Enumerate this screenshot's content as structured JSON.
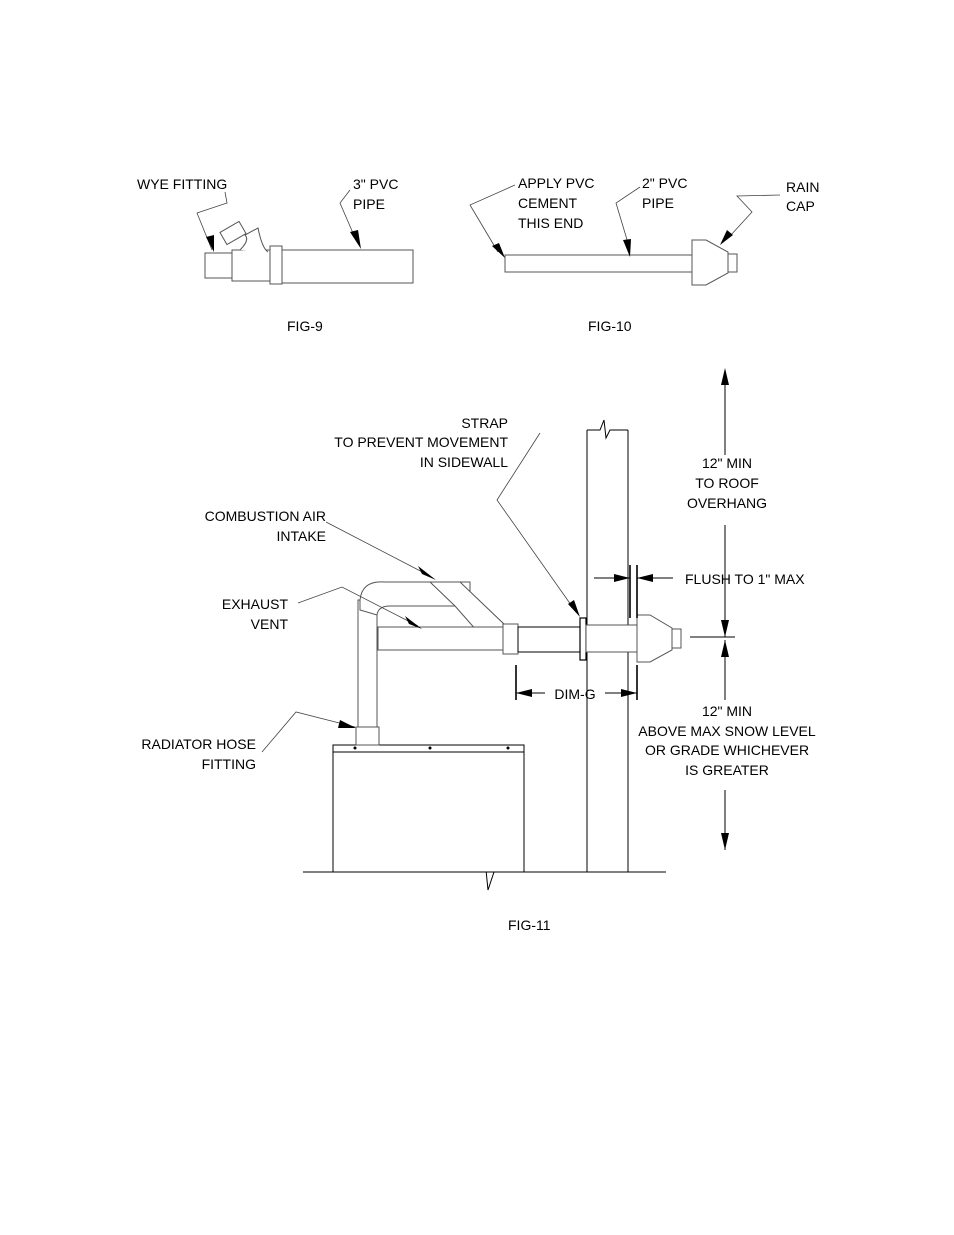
{
  "fig9": {
    "caption": "FIG-9",
    "labels": {
      "wye_fitting": "WYE FITTING",
      "pipe_line1": "3\" PVC",
      "pipe_line2": "PIPE"
    }
  },
  "fig10": {
    "caption": "FIG-10",
    "labels": {
      "cement_line1": "APPLY PVC",
      "cement_line2": "CEMENT",
      "cement_line3": "THIS END",
      "pipe_line1": "2\" PVC",
      "pipe_line2": "PIPE",
      "cap_line1": "RAIN",
      "cap_line2": "CAP"
    }
  },
  "fig11": {
    "caption": "FIG-11",
    "labels": {
      "strap_line1": "STRAP",
      "strap_line2": "TO PREVENT MOVEMENT",
      "strap_line3": "IN SIDEWALL",
      "intake_line1": "COMBUSTION AIR",
      "intake_line2": "INTAKE",
      "exhaust_line1": "EXHAUST",
      "exhaust_line2": "VENT",
      "hose_line1": "RADIATOR HOSE",
      "hose_line2": "FITTING",
      "roof_line1": "12\" MIN",
      "roof_line2": "TO ROOF",
      "roof_line3": "OVERHANG",
      "flush": "FLUSH TO 1\" MAX",
      "dim_g": "DIM-G",
      "snow_line1": "12\" MIN",
      "snow_line2": "ABOVE MAX SNOW LEVEL",
      "snow_line3": "OR GRADE WHICHEVER",
      "snow_line4": "IS GREATER"
    }
  }
}
